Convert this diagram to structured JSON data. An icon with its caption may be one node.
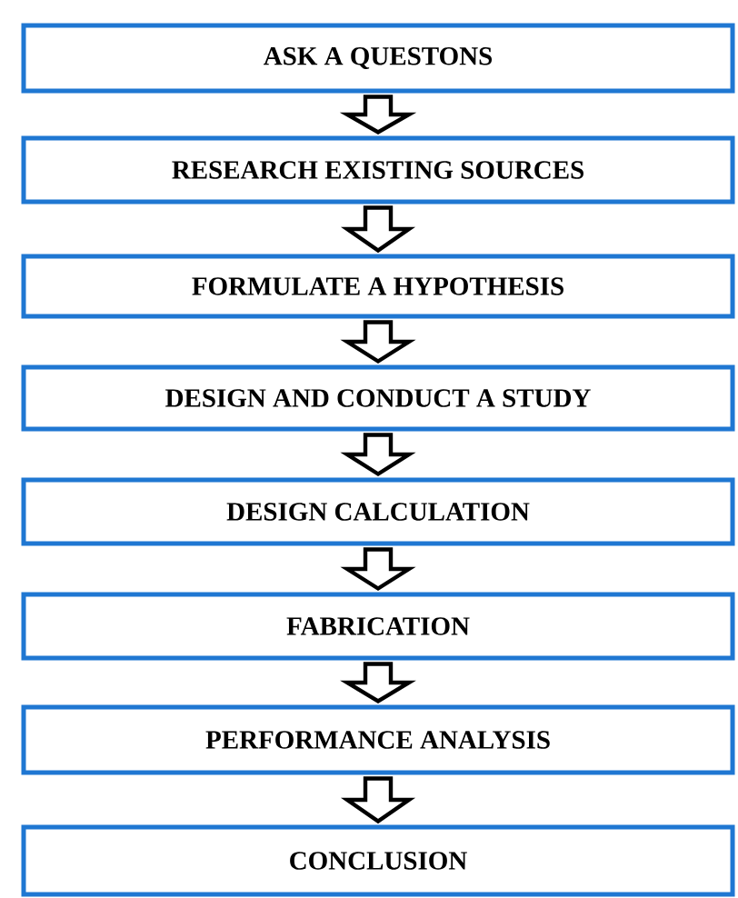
{
  "diagram": {
    "nodes": [
      {
        "text": [
          "ASK A QUESTONS"
        ]
      },
      {
        "text": [
          "RESEARCH EXISTING SOURCES"
        ]
      },
      {
        "text": [
          "FORMULATE A HYPOTHESIS"
        ]
      },
      {
        "text": [
          "DESIGN AND CONDUCT A STUDY"
        ]
      },
      {
        "text": [
          "DESIGN CALCULATION"
        ]
      },
      {
        "text": [
          "FABRICATION"
        ]
      },
      {
        "text": [
          "PERFORMANCE ANALYSIS"
        ]
      },
      {
        "text": [
          "CONCLUSION"
        ]
      }
    ],
    "edges": [
      {
        "from": 0,
        "to": 1,
        "arrow": "to"
      },
      {
        "from": 1,
        "to": 2,
        "arrow": "to"
      },
      {
        "from": 2,
        "to": 3,
        "arrow": "to"
      },
      {
        "from": 3,
        "to": 4,
        "arrow": "to"
      },
      {
        "from": 4,
        "to": 5,
        "arrow": "to"
      },
      {
        "from": 5,
        "to": 6,
        "arrow": "to"
      },
      {
        "from": 6,
        "to": 7,
        "arrow": "to"
      }
    ]
  }
}
